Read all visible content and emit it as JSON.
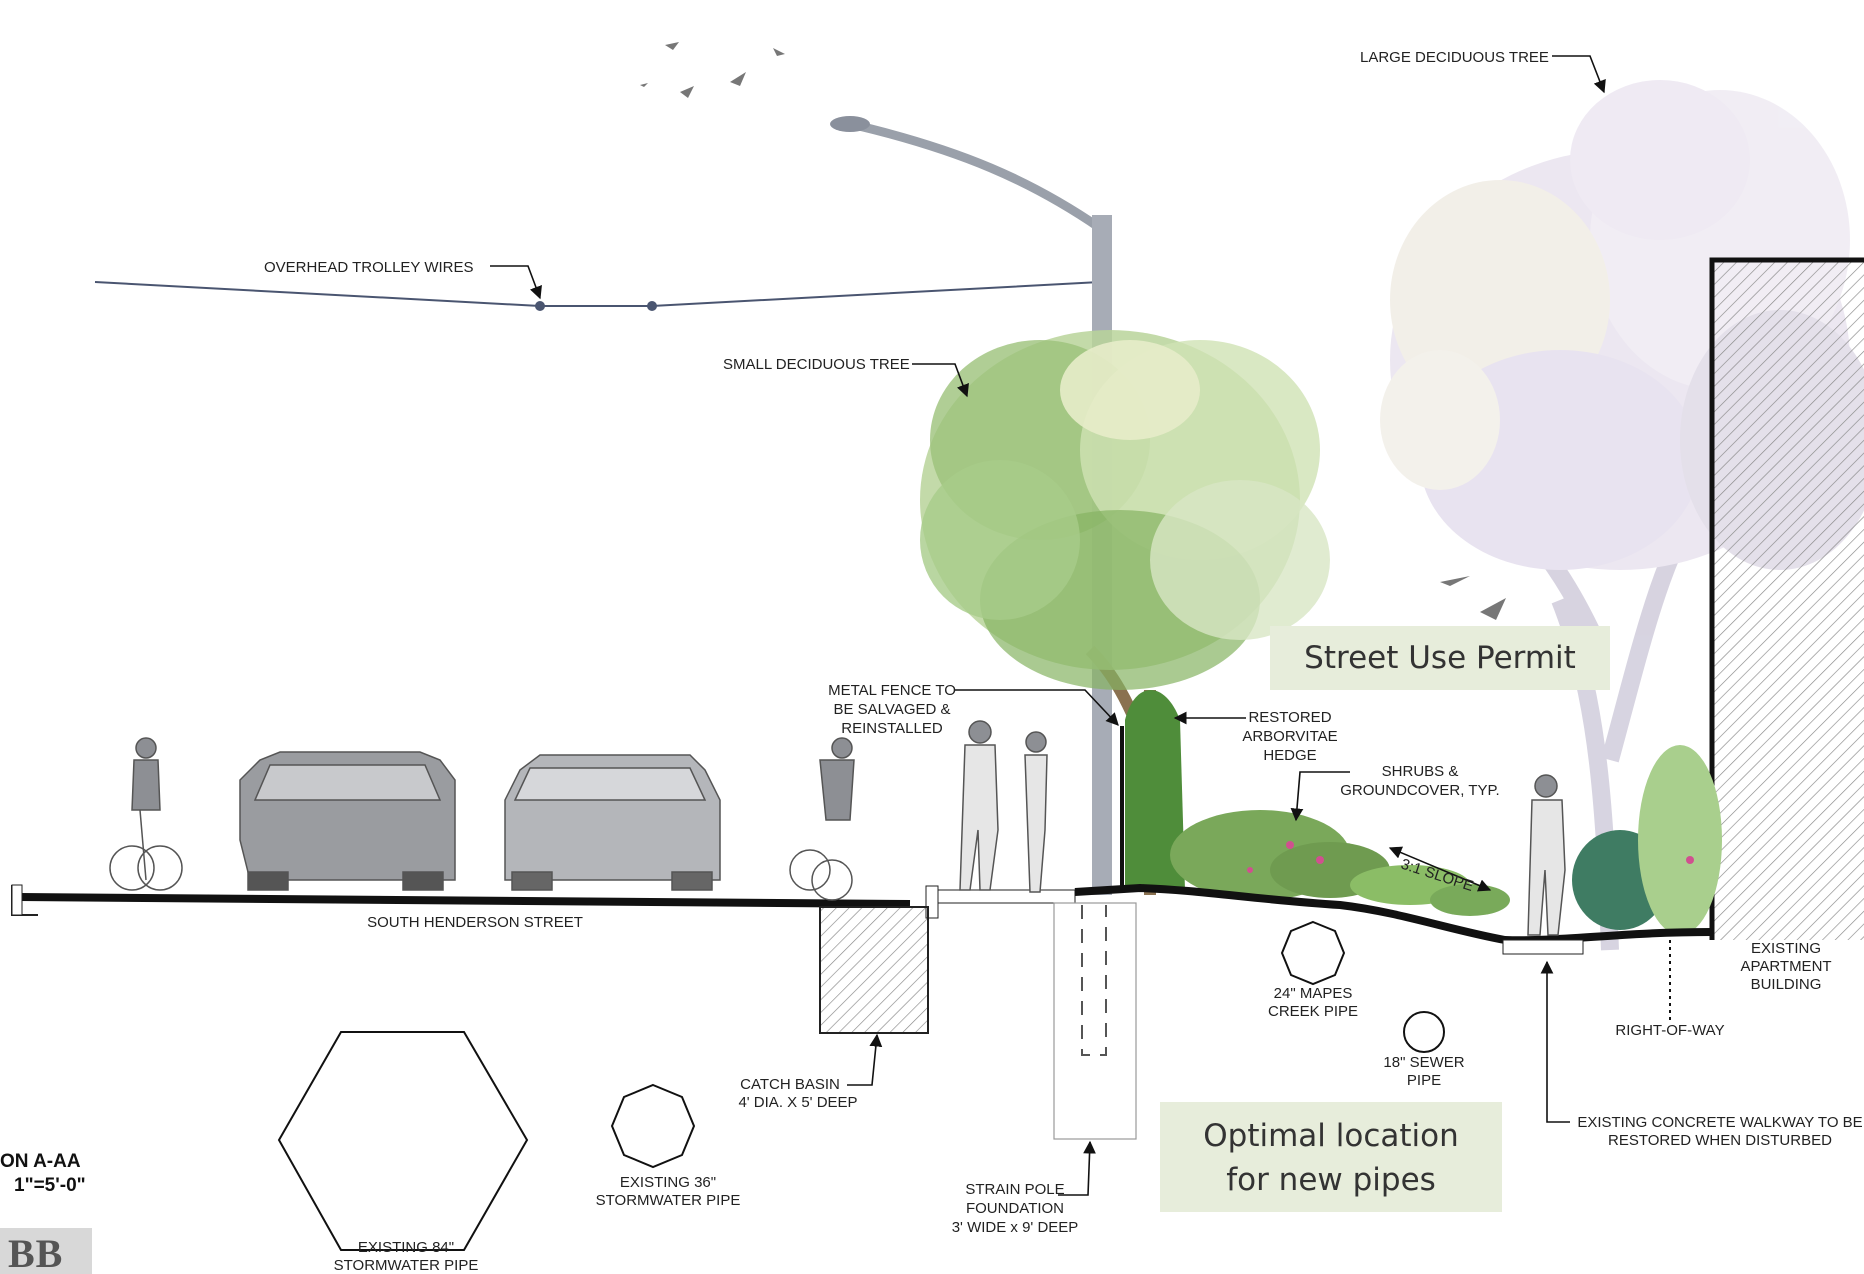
{
  "labels": {
    "trolley_wires": "OVERHEAD TROLLEY WIRES",
    "small_tree": "SMALL DECIDUOUS TREE",
    "large_tree": "LARGE DECIDUOUS TREE",
    "metal_fence": [
      "METAL FENCE TO",
      "BE SALVAGED &",
      "REINSTALLED"
    ],
    "hedge": [
      "RESTORED",
      "ARBORVITAE",
      "HEDGE"
    ],
    "shrubs": [
      "SHRUBS &",
      "GROUNDCOVER, TYP."
    ],
    "slope": "3:1 SLOPE",
    "street": "SOUTH HENDERSON STREET",
    "catch_basin": [
      "CATCH BASIN",
      "4' DIA. X 5' DEEP"
    ],
    "pipe_84": [
      "EXISTING 84\"",
      "STORMWATER PIPE"
    ],
    "pipe_36": [
      "EXISTING 36\"",
      "STORMWATER PIPE"
    ],
    "strain_pole": [
      "STRAIN POLE",
      "FOUNDATION",
      "3' WIDE x 9' DEEP"
    ],
    "mapes_creek": [
      "24\" MAPES",
      "CREEK PIPE"
    ],
    "sewer": [
      "18\" SEWER",
      "PIPE"
    ],
    "walkway": [
      "EXISTING CONCRETE WALKWAY TO BE",
      "RESTORED WHEN DISTURBED"
    ],
    "right_of_way": "RIGHT-OF-WAY",
    "apartment": [
      "EXISTING",
      "APARTMENT",
      "BUILDING"
    ]
  },
  "section_title": [
    "ON A-AA",
    "1\"=5'-0\""
  ],
  "callouts": {
    "street_use": "Street Use Permit",
    "optimal": [
      "Optimal location",
      "for new pipes"
    ]
  },
  "logo_text": "BB",
  "colors": {
    "callout_bg": "#e7eddb",
    "ground": "#111111",
    "hatch": "#777777",
    "foliage_green": "#8fb85a",
    "foliage_pale": "#c9bfd9"
  }
}
